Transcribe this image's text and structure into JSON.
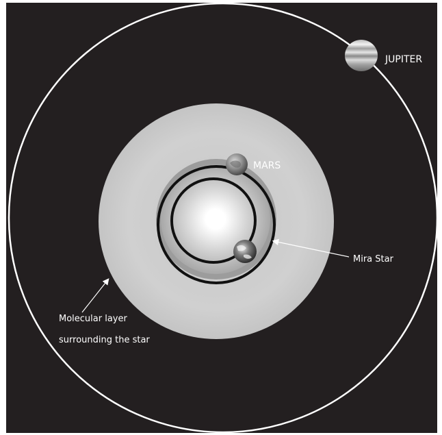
{
  "diagram": {
    "labels": {
      "jupiter": "JUPITER",
      "mars": "MARS",
      "mira": "Mira Star",
      "molecular_line1": "Molecular layer",
      "molecular_line2": "surrounding the star"
    },
    "colors": {
      "background": "#231f20",
      "orbit_outer": "#ffffff",
      "molecular_layer": "#c8c8c8",
      "star_halo": "#9a9a9a",
      "orbit_inner": "#111111"
    }
  }
}
